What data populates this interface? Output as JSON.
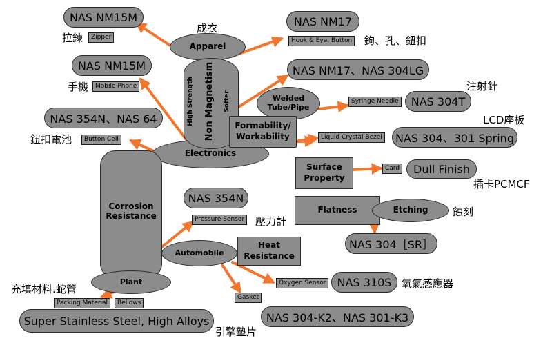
{
  "diagram": {
    "arrow_color": "#f2762e",
    "node_fill": "#8c8c8c",
    "nodes": {
      "nm15m_top": "NAS NM15M",
      "nm17_top": "NAS NM17",
      "nm15m_mid": "NAS NM15M",
      "nm17_304lg": "NAS NM17、NAS 304LG",
      "n354n_64": "NAS 354N、NAS 64",
      "n304t": "NAS 304T",
      "n304_301spring": "NAS 304、301 Spring",
      "dull_finish": "Dull Finish",
      "n354n": "NAS 354N",
      "n304sr": "NAS 304［SR］",
      "n310s": "NAS 310S",
      "super_stainless": "Super Stainless Steel, High Alloys",
      "k2_k3": "NAS 304-K2、NAS 301-K3"
    },
    "hubs": {
      "apparel": "Apparel",
      "electronics": "Electronics",
      "non_magnetism": "Non Magnetism",
      "high_strength": "High Strength",
      "softer": "Softer",
      "welded_tube": "Welded Tube/Pipe",
      "formability": "Formability/ Workability",
      "surface_property": "Surface Property",
      "flatness": "Flatness",
      "etching": "Etching",
      "corrosion_resistance": "Corrosion Resistance",
      "plant": "Plant",
      "automobile": "Automobile",
      "heat_resistance": "Heat Resistance"
    },
    "tags": {
      "zipper": "Zipper",
      "hook_eye": "Hook & Eye, Button",
      "mobile_phone": "Mobile Phone",
      "syringe_needle": "Syringe Needle",
      "button_cell": "Button Cell",
      "lcd_bezel": "Liquid Crystal Bezel",
      "card": "Card",
      "pressure_sensor": "Pressure Sensor",
      "oxygen_sensor": "Oxygen Sensor",
      "packing_material": "Packing Material",
      "bellows": "Bellows",
      "gasket": "Gasket"
    },
    "cjk_labels": {
      "apparel_cn": "成衣",
      "zipper_cn": "拉鍊",
      "hook_cn": "鉤、孔、鈕扣",
      "phone_cn": "手機",
      "syringe_cn": "注射針",
      "lcd_cn": "LCD座板",
      "button_cell_cn": "鈕扣電池",
      "card_cn": "插卡PCMCF",
      "etching_cn": "蝕刻",
      "pressure_cn": "壓力計",
      "packing_cn": "充填材料.蛇管",
      "oxygen_cn": "氧氣感應器",
      "gasket_cn": "引擎墊片"
    }
  }
}
